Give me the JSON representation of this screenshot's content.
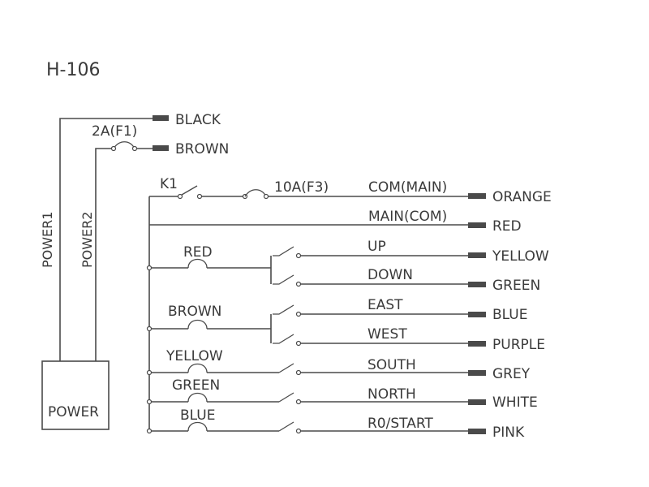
{
  "title": "H-106",
  "power_box": {
    "label": "POWER"
  },
  "power_lines": {
    "power1": "POWER1",
    "power2": "POWER2",
    "fuse_f1": "2A(F1)",
    "out_black": "BLACK",
    "out_brown": "BROWN"
  },
  "main_circuit": {
    "switch_k1": "K1",
    "fuse_f3": "10A(F3)",
    "com_main": "COM(MAIN)",
    "main_com": "MAIN(COM)",
    "out_orange": "ORANGE",
    "out_red": "RED"
  },
  "inputs": {
    "red": "RED",
    "brown": "BROWN",
    "yellow": "YELLOW",
    "green": "GREEN",
    "blue": "BLUE"
  },
  "functions": [
    {
      "name": "UP",
      "wire_color": "YELLOW"
    },
    {
      "name": "DOWN",
      "wire_color": "GREEN"
    },
    {
      "name": "EAST",
      "wire_color": "BLUE"
    },
    {
      "name": "WEST",
      "wire_color": "PURPLE"
    },
    {
      "name": "SOUTH",
      "wire_color": "GREY"
    },
    {
      "name": "NORTH",
      "wire_color": "WHITE"
    },
    {
      "name": "R0/START",
      "wire_color": "PINK"
    }
  ],
  "colors": {
    "ink": "#3a3a3a",
    "background": "#ffffff"
  }
}
